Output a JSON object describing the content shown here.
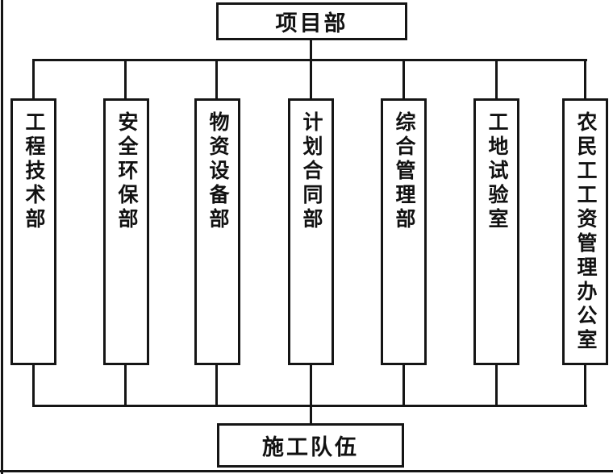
{
  "colors": {
    "line": "#151515",
    "background": "#ffffff",
    "box_fill": "#ffffff"
  },
  "org_chart": {
    "root": {
      "label": "项目部"
    },
    "departments": [
      {
        "label": "工程技术部"
      },
      {
        "label": "安全环保部"
      },
      {
        "label": "物资设备部"
      },
      {
        "label": "计划合同部"
      },
      {
        "label": "综合管理部"
      },
      {
        "label": "工地试验室"
      },
      {
        "label": "农民工工资管理办公室"
      }
    ],
    "bottom": {
      "label": "施工队伍"
    }
  }
}
